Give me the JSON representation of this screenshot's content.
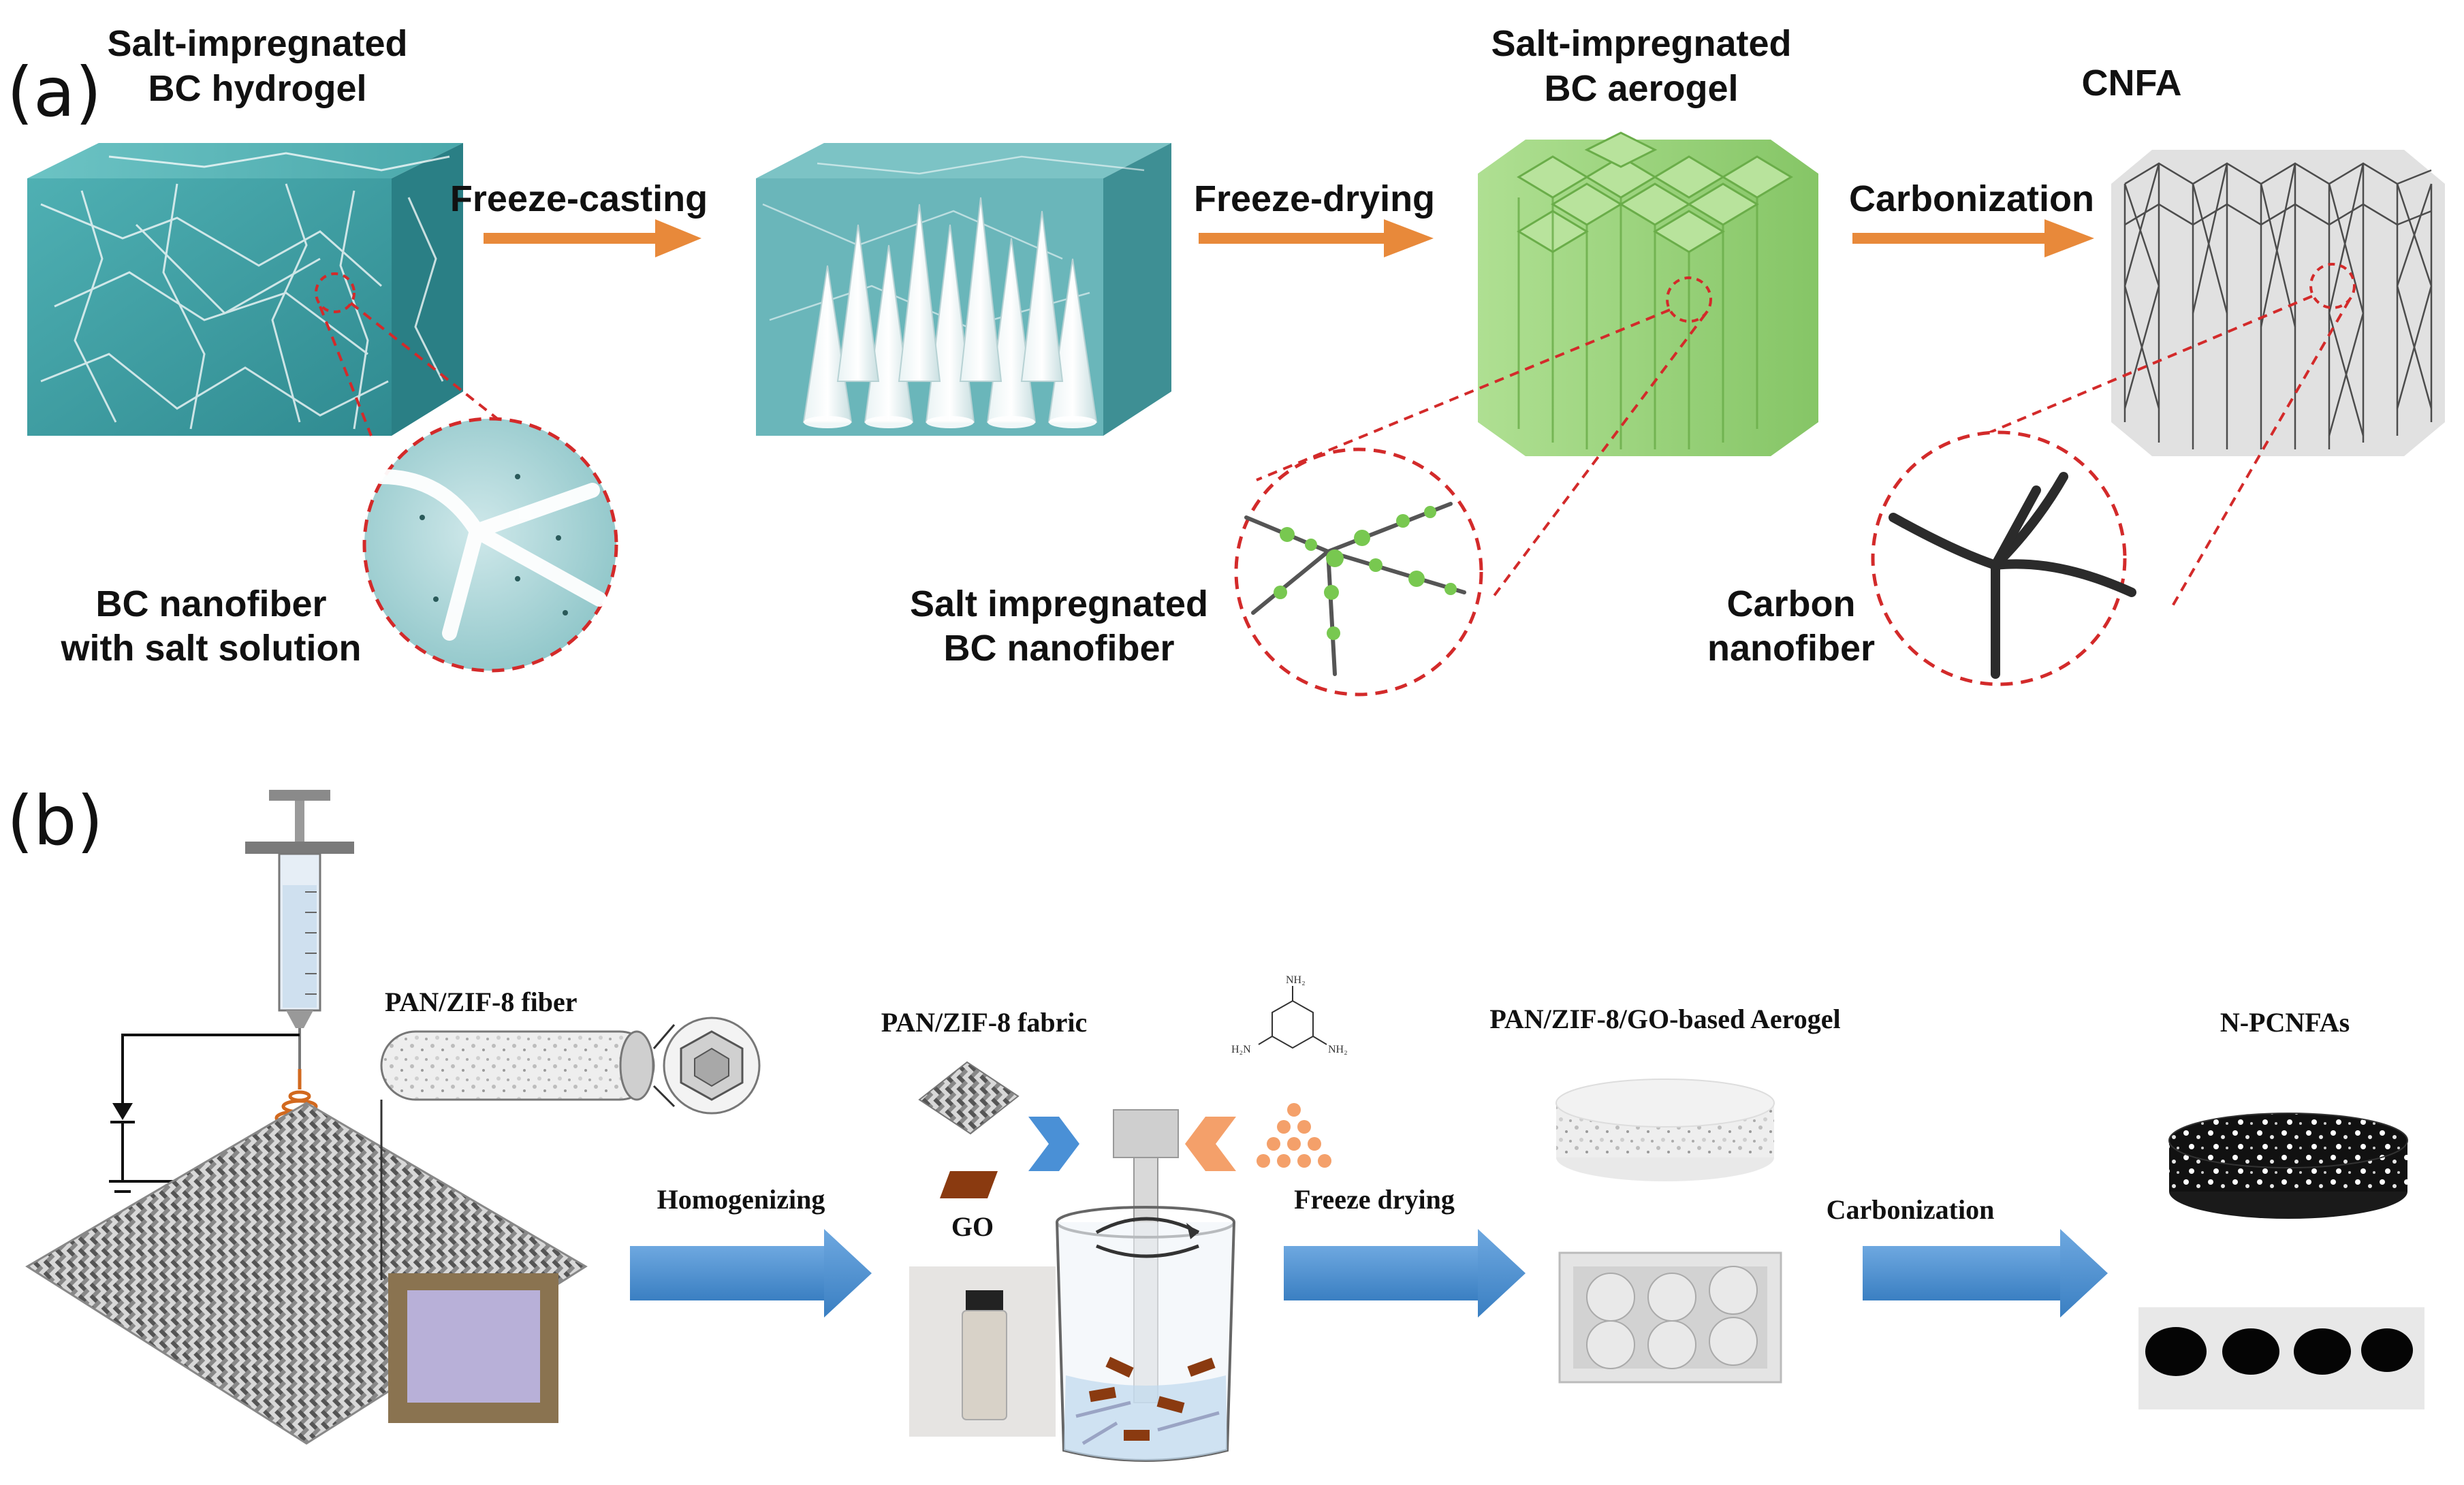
{
  "panels": {
    "a": {
      "label": "(a)",
      "titles": {
        "hydrogel_line1": "Salt-impregnated",
        "hydrogel_line2": "BC hydrogel",
        "aerogel_line1": "Salt-impregnated",
        "aerogel_line2": "BC aerogel",
        "cnfa": "CNFA"
      },
      "steps": {
        "freeze_casting": "Freeze-casting",
        "freeze_drying": "Freeze-drying",
        "carbonization": "Carbonization"
      },
      "callouts": {
        "bc_nanofiber_line1": "BC nanofiber",
        "bc_nanofiber_line2": "with salt solution",
        "salt_nanofiber_line1": "Salt impregnated",
        "salt_nanofiber_line2": "BC nanofiber",
        "carbon_nanofiber_line1": "Carbon",
        "carbon_nanofiber_line2": "nanofiber"
      }
    },
    "b": {
      "label": "(b)",
      "titles": {
        "pan_fiber": "PAN/ZIF-8 fiber",
        "pan_fabric": "PAN/ZIF-8  fabric",
        "go": "GO",
        "aerogel": "PAN/ZIF-8/GO-based Aerogel",
        "npcnfas": "N-PCNFAs"
      },
      "steps": {
        "homogenizing": "Homogenizing",
        "freeze_drying": "Freeze  drying",
        "carbonization": "Carbonization"
      },
      "melamine": {
        "nh2_top": "NH₂",
        "h2n_left": "H₂N",
        "nh2_right": "NH₂"
      }
    }
  },
  "colors": {
    "hydrogel": "#3d9ea3",
    "aerogel": "#8fcf6b",
    "orange_arrow": "#e8893a",
    "blue_arrow": "#4a8fd0",
    "dashed_red": "#d32a2a"
  }
}
